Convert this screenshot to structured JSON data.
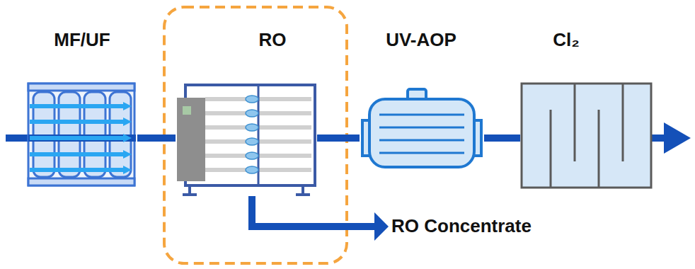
{
  "diagram": {
    "nodes": [
      {
        "text": [
          "MF/UF"
        ]
      },
      {
        "text": [
          "RO"
        ]
      },
      {
        "text": [
          "UV-AOP"
        ]
      },
      {
        "text": [
          "Cl₂"
        ]
      },
      {
        "text": [
          "RO Concentrate"
        ]
      }
    ],
    "edges": [
      {
        "from": 0,
        "to": 1,
        "arrow": "none"
      },
      {
        "from": 1,
        "to": 2,
        "arrow": "none"
      },
      {
        "from": 2,
        "to": 3,
        "arrow": "none"
      },
      {
        "from": 1,
        "to": 4,
        "arrow": "to"
      }
    ]
  }
}
